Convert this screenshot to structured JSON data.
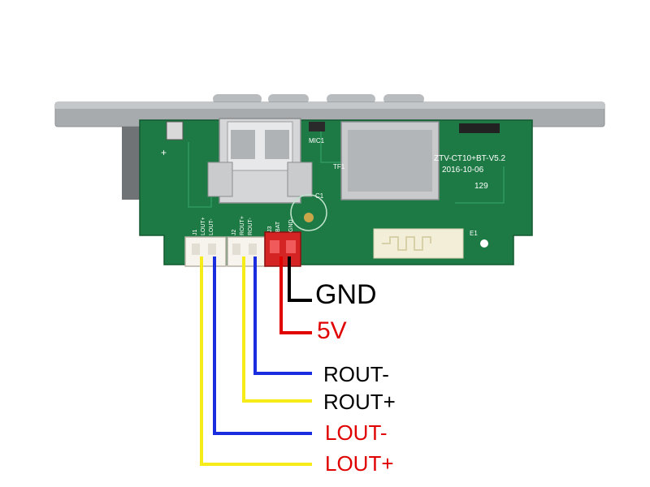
{
  "board": {
    "silkscreen": {
      "model": "ZTV-CT10+BT-V5.2",
      "date": "2016-10-06",
      "batch": "129",
      "mic": "MIC1",
      "tf": "TF1",
      "c1": "C1",
      "e1": "E1",
      "j1": "J1",
      "j2": "J2",
      "j3": "J3",
      "lout_plus": "LOUT+",
      "lout_minus": "LOUT-",
      "rout_plus": "ROUT+",
      "rout_minus": "ROUT-",
      "bat": "BAT",
      "gnd": "GND",
      "plus": "+"
    }
  },
  "pins": {
    "gnd": {
      "label": "GND",
      "color": "#000000"
    },
    "v5": {
      "label": "5V",
      "color": "#e00000"
    },
    "rout_minus": {
      "label": "ROUT-",
      "color": "#000000"
    },
    "rout_plus": {
      "label": "ROUT+",
      "color": "#000000"
    },
    "lout_minus": {
      "label": "LOUT-",
      "color": "#e00000"
    },
    "lout_plus": {
      "label": "LOUT+",
      "color": "#e00000"
    }
  },
  "wire_colors": {
    "gnd": "#000000",
    "v5": "#e00000",
    "rout_minus": "#1a2ee0",
    "rout_plus": "#f5ec1a",
    "lout_minus": "#1a2ee0",
    "lout_plus": "#f5ec1a"
  }
}
